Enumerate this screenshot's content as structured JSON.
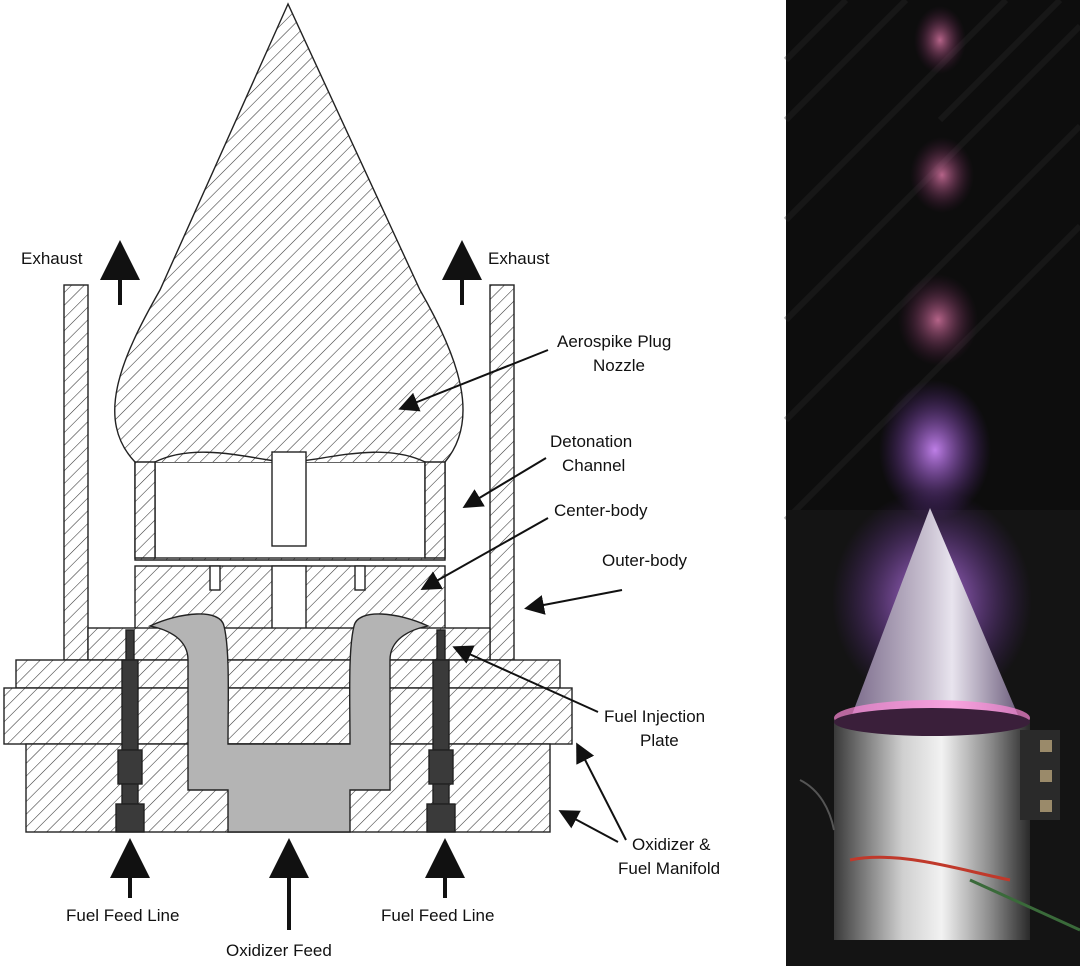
{
  "labels": {
    "exhaust_left": "Exhaust",
    "exhaust_right": "Exhaust",
    "aerospike_line1": "Aerospike Plug",
    "aerospike_line2": "Nozzle",
    "detonation_line1": "Detonation",
    "detonation_line2": "Channel",
    "center_body": "Center-body",
    "outer_body": "Outer-body",
    "fuel_injection_line1": "Fuel Injection",
    "fuel_injection_line2": "Plate",
    "manifold_line1": "Oxidizer &",
    "manifold_line2": "Fuel Manifold",
    "fuel_feed_left": "Fuel Feed Line",
    "fuel_feed_right": "Fuel Feed Line",
    "oxidizer_feed": "Oxidizer Feed"
  },
  "colors": {
    "hatch": "#333333",
    "channel_fill": "#b4b4b4",
    "feed_line_fill": "#3a3a3a",
    "photo_background": "#0d0d0d",
    "plume": "#b468ff"
  }
}
